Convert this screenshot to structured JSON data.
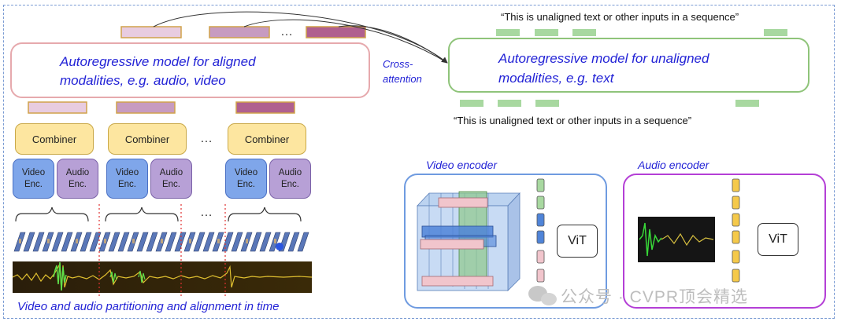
{
  "aligned_model": {
    "line1": "Autoregressive model for aligned",
    "line2": "modalities, e.g. audio, video"
  },
  "unaligned_model": {
    "line1": "Autoregressive model for unaligned",
    "line2": "modalities, e.g. text"
  },
  "cross_attention": {
    "line1": "Cross-",
    "line2": "attention"
  },
  "unaligned_text_top": "“This is unaligned text or other inputs in a sequence”",
  "unaligned_text_bottom": "“This is unaligned text or other inputs in a sequence”",
  "ellipsis": "…",
  "combiners": [
    "Combiner",
    "Combiner",
    "Combiner"
  ],
  "encoders": [
    {
      "label": "Video\nEnc.",
      "kind": "video"
    },
    {
      "label": "Audio\nEnc.",
      "kind": "audio"
    },
    {
      "label": "Video\nEnc.",
      "kind": "video"
    },
    {
      "label": "Audio\nEnc.",
      "kind": "audio"
    },
    {
      "label": "Video\nEnc.",
      "kind": "video"
    },
    {
      "label": "Audio\nEnc.",
      "kind": "audio"
    }
  ],
  "video_encoder_title": "Video encoder",
  "audio_encoder_title": "Audio encoder",
  "vit_label": "ViT",
  "partition_caption": "Video and audio partitioning and alignment in time",
  "watermark": "公众号 · CVPR顶会精选",
  "colors": {
    "pink_token": "#e8cce0",
    "mauve_token": "#c79bc0",
    "dark_mauve_token": "#b0608f",
    "green_token": "#a8d8a0",
    "aligned_border": "#e6a9ad",
    "unaligned_border": "#8fc47a",
    "text_blue": "#2323d6",
    "video_encoder_border": "#6f9be0",
    "audio_encoder_border": "#b43fd6"
  }
}
